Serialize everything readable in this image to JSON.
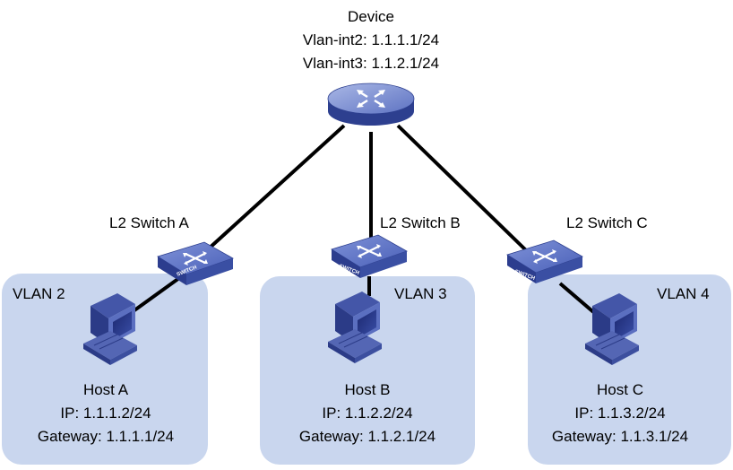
{
  "device": {
    "name": "Device",
    "vlan_int2": "Vlan-int2: 1.1.1.1/24",
    "vlan_int3": "Vlan-int3: 1.1.2.1/24"
  },
  "switches": [
    {
      "label": "L2 Switch A",
      "badge": "SWITCH"
    },
    {
      "label": "L2 Switch B",
      "badge": "SWITCH"
    },
    {
      "label": "L2 Switch C",
      "badge": "SWITCH"
    }
  ],
  "vlans": [
    {
      "label": "VLAN 2"
    },
    {
      "label": "VLAN 3"
    },
    {
      "label": "VLAN 4"
    }
  ],
  "hosts": [
    {
      "name": "Host A",
      "ip": "IP: 1.1.1.2/24",
      "gateway": "Gateway: 1.1.1.1/24"
    },
    {
      "name": "Host B",
      "ip": "IP: 1.1.2.2/24",
      "gateway": "Gateway: 1.1.2.1/24"
    },
    {
      "name": "Host C",
      "ip": "IP: 1.1.3.2/24",
      "gateway": "Gateway: 1.1.3.1/24"
    }
  ],
  "colors": {
    "vlan_fill": "#c9d6ee",
    "device_blue": "#3b52a5",
    "link": "#000000"
  }
}
